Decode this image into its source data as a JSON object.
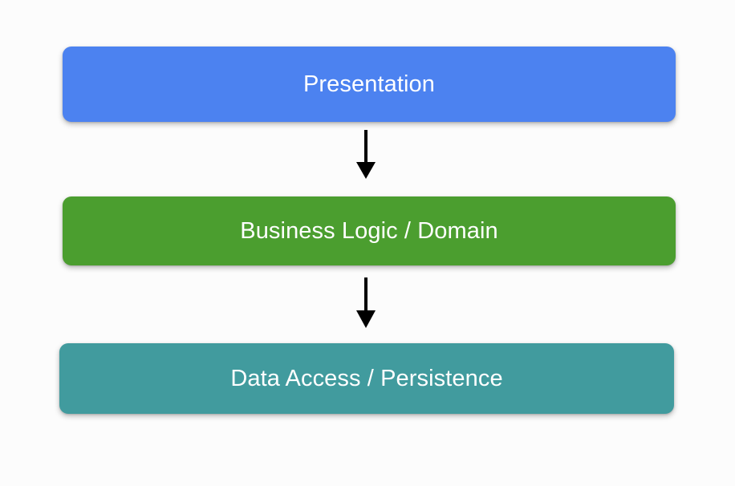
{
  "diagram": {
    "type": "layered-architecture-flow",
    "background_color": "#fcfcfc",
    "orientation": "vertical-top-down",
    "nodes": [
      {
        "id": "presentation",
        "label": "Presentation",
        "color": "#4c82f0",
        "text_color": "#ffffff",
        "shape": "rounded-rectangle"
      },
      {
        "id": "business-logic",
        "label": "Business Logic / Domain",
        "color": "#4b9e2f",
        "text_color": "#ffffff",
        "shape": "rounded-rectangle"
      },
      {
        "id": "data-access",
        "label": "Data Access / Persistence",
        "color": "#419b9e",
        "text_color": "#ffffff",
        "shape": "rounded-rectangle"
      }
    ],
    "edges": [
      {
        "id": "presentation-to-business",
        "from": "presentation",
        "to": "business-logic",
        "style": "solid-arrow",
        "color": "#000000"
      },
      {
        "id": "business-to-data",
        "from": "business-logic",
        "to": "data-access",
        "style": "solid-arrow",
        "color": "#000000"
      }
    ]
  }
}
